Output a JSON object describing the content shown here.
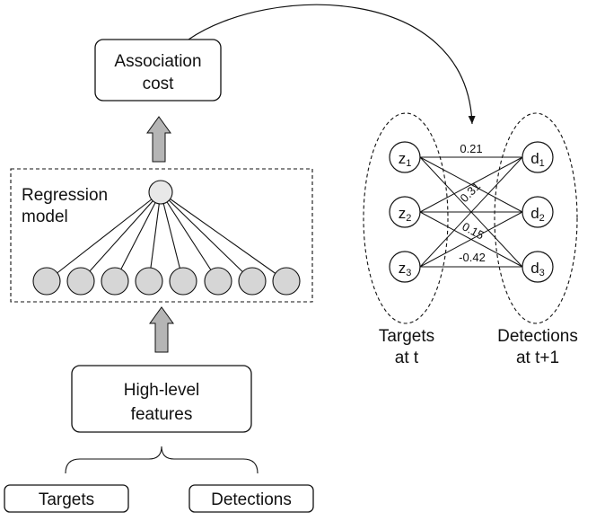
{
  "association_cost": [
    "Association",
    "cost"
  ],
  "regression_model": [
    "Regression",
    "model"
  ],
  "high_level_features": [
    "High-level",
    "features"
  ],
  "inputs": {
    "targets": "Targets",
    "detections": "Detections"
  },
  "target_nodes": [
    {
      "main": "z",
      "sub": "1"
    },
    {
      "main": "z",
      "sub": "2"
    },
    {
      "main": "z",
      "sub": "3"
    }
  ],
  "detection_nodes": [
    {
      "main": "d",
      "sub": "1"
    },
    {
      "main": "d",
      "sub": "2"
    },
    {
      "main": "d",
      "sub": "3"
    }
  ],
  "edge_weights": {
    "w_z1_d1": "0.21",
    "w_diag_a": "0.31",
    "w_diag_b": "0.15",
    "w_z3_d3": "-0.42"
  },
  "group_labels": {
    "targets": [
      "Targets",
      "at t"
    ],
    "detections": [
      "Detections",
      "at t+1"
    ]
  },
  "colors": {
    "stroke": "#111111",
    "node_fill": "#d6d6d6",
    "output_fill": "#e8e8e8",
    "arrow_fill": "#b5b5b5"
  }
}
